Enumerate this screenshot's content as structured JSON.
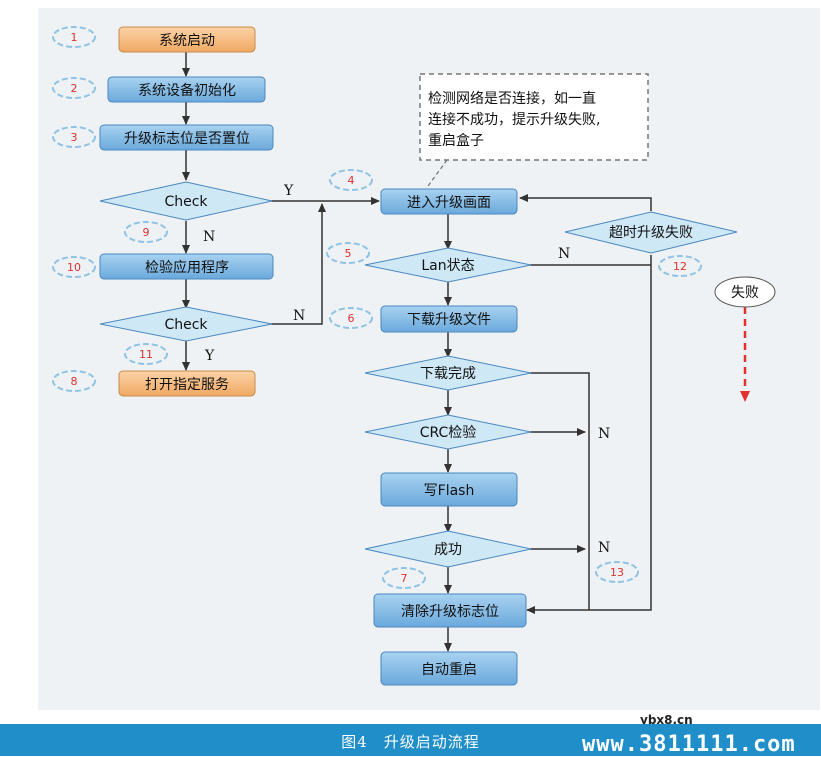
{
  "nodes": {
    "start": "系统启动",
    "init": "系统设备初始化",
    "flag_check": "升级标志位是否置位",
    "check1": "Check",
    "verify_app": "检验应用程序",
    "check2": "Check",
    "open_service": "打开指定服务",
    "enter_ui": "进入升级画面",
    "lan_state": "Lan状态",
    "download_file": "下载升级文件",
    "download_done": "下载完成",
    "crc_check": "CRC检验",
    "write_flash": "写Flash",
    "success": "成功",
    "clear_flag": "清除升级标志位",
    "auto_reboot": "自动重启",
    "timeout_fail": "超时升级失败",
    "fail": "失败"
  },
  "note": [
    "检测网络是否连接，如一直",
    "连接不成功，提示升级失败,",
    "重启盒子"
  ],
  "step_numbers": [
    "1",
    "2",
    "3",
    "4",
    "5",
    "6",
    "7",
    "8",
    "9",
    "10",
    "11",
    "12",
    "13"
  ],
  "edge_labels": {
    "yes": "Y",
    "no": "N"
  },
  "caption": "图4　升级启动流程",
  "watermark_top": "ybx8.cn",
  "watermark_url": "www.3811111.com",
  "colors": {
    "orange": "#f5b87a",
    "blue": "#7bb6e3",
    "diamond": "#cfe8f6",
    "arrow": "#333333",
    "fail_arrow": "#e03030",
    "number": "#e03030",
    "band": "#1f8ec9"
  }
}
